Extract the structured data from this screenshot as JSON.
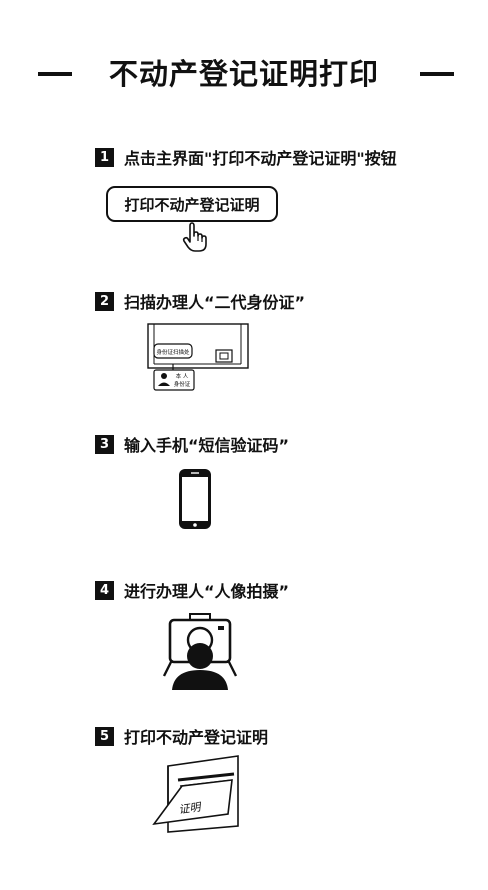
{
  "title": "不动产登记证明打印",
  "steps": [
    {
      "number": "1",
      "text": "点击主界面\"打印不动产登记证明\"按钮"
    },
    {
      "number": "2",
      "text": "扫描办理人“二代身份证”"
    },
    {
      "number": "3",
      "text": "输入手机“短信验证码”"
    },
    {
      "number": "4",
      "text": "进行办理人“人像拍摄”"
    },
    {
      "number": "5",
      "text": "打印不动产登记证明"
    }
  ],
  "button_label": "打印不动产登记证明",
  "scanner": {
    "slot_label": "身份证扫描处",
    "card_line1": "本 人",
    "card_line2": "身份证"
  },
  "certificate_label": "证明",
  "icons": [
    "hand-pointer-icon",
    "id-scanner-icon",
    "phone-icon",
    "camera-portrait-icon",
    "printer-icon"
  ]
}
